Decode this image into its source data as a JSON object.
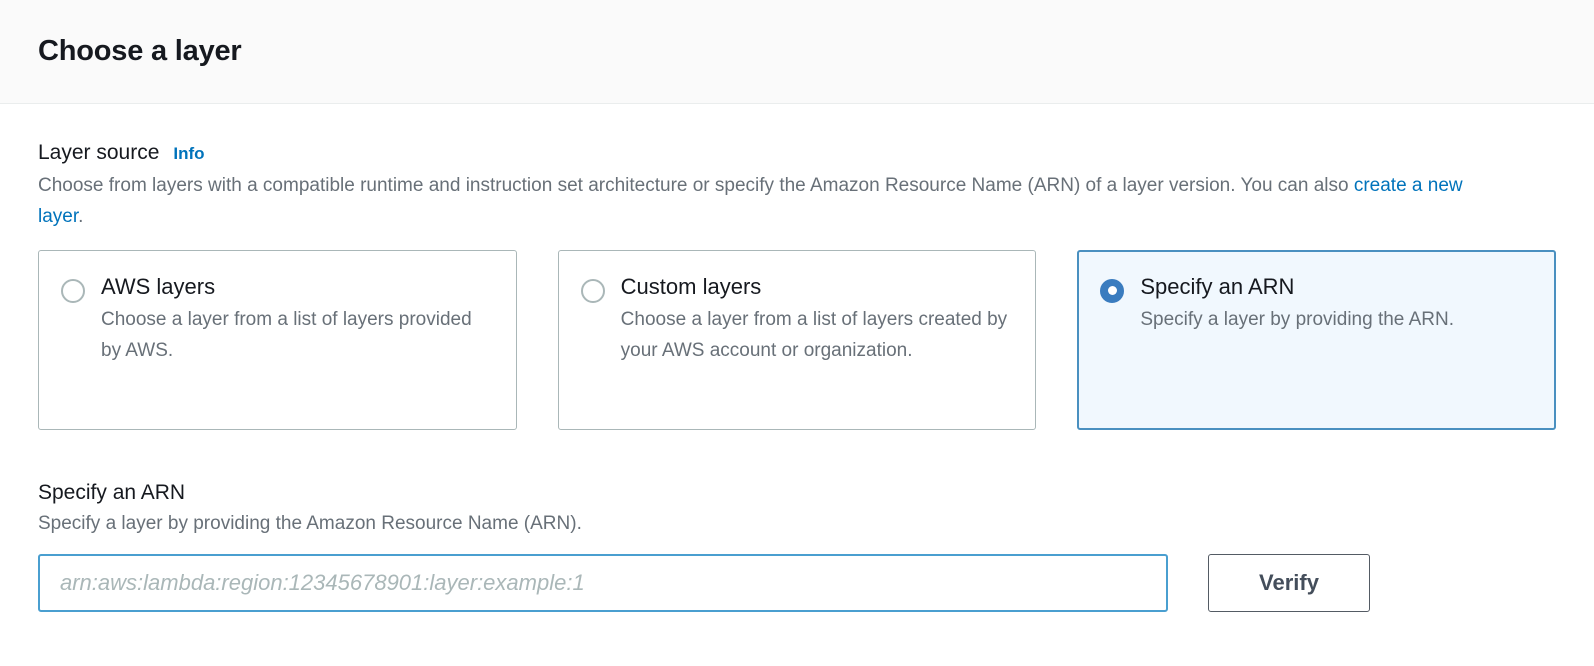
{
  "header": {
    "title": "Choose a layer"
  },
  "layer_source": {
    "label": "Layer source",
    "info_label": "Info",
    "description_before_link": "Choose from layers with a compatible runtime and instruction set architecture or specify the Amazon Resource Name (ARN) of a layer version. You can also ",
    "description_link": "create a new layer",
    "description_after_link": ".",
    "options": [
      {
        "title": "AWS layers",
        "description": "Choose a layer from a list of layers provided by AWS.",
        "selected": false
      },
      {
        "title": "Custom layers",
        "description": "Choose a layer from a list of layers created by your AWS account or organization.",
        "selected": false
      },
      {
        "title": "Specify an ARN",
        "description": "Specify a layer by providing the ARN.",
        "selected": true
      }
    ]
  },
  "arn_section": {
    "title": "Specify an ARN",
    "description": "Specify a layer by providing the Amazon Resource Name (ARN).",
    "input_placeholder": "arn:aws:lambda:region:12345678901:layer:example:1",
    "input_value": "",
    "verify_label": "Verify"
  },
  "colors": {
    "accent_link": "#0073bb",
    "selected_border": "#4a90c0",
    "selected_background": "#f1f8fe",
    "radio_fill": "#3a7cbf",
    "input_focus_border": "#4a9fd0",
    "muted_text": "#687078",
    "header_background": "#fafafa"
  }
}
